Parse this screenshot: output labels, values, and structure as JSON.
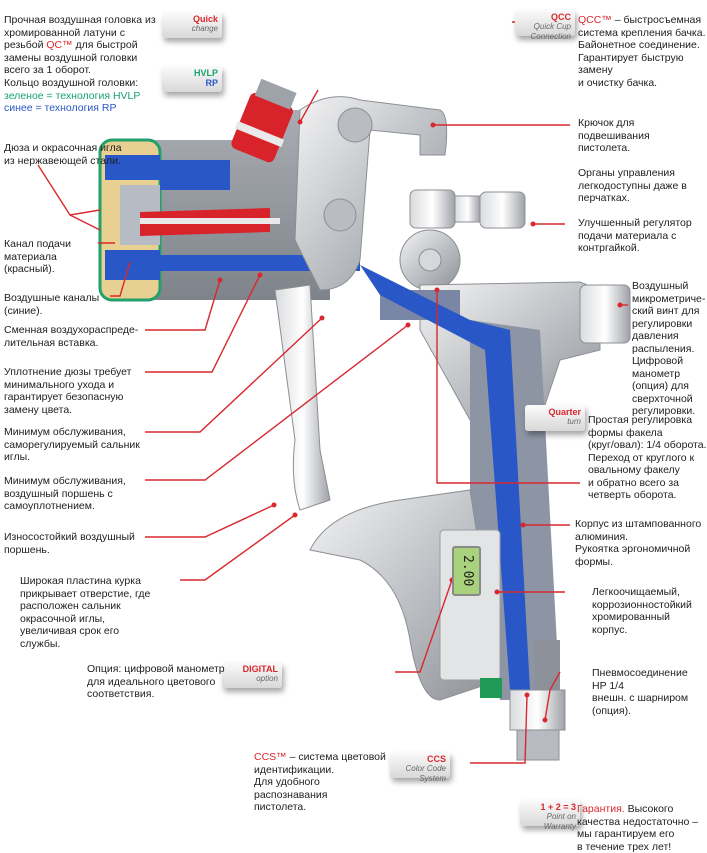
{
  "callouts": {
    "air_cap": {
      "line1": "Прочная воздушная головка из",
      "line2": "хромированной латуни с",
      "line3_pre": "резьбой ",
      "line3_brand": "QC™",
      "line3_post": " для быстрой",
      "line4": "замены воздушной головки",
      "line5": "всего за 1 оборот."
    },
    "air_cap_ring": {
      "title": "Кольцо воздушной головки:",
      "green": "зеленое = технология HVLP",
      "blue": "синее = технология RP"
    },
    "nozzle": {
      "line1": "Дюза и окрасочная игла",
      "line2": "из нержавеющей стали."
    },
    "fluid_channel": {
      "line1": "Канал подачи",
      "line2": "материала",
      "line3": "(красный)."
    },
    "air_channels": {
      "line1": "Воздушные каналы",
      "line2": "(синие)."
    },
    "air_insert": {
      "line1": "Сменная воздухораспреде-",
      "line2": "лительная вставка."
    },
    "nozzle_seal": {
      "line1": "Уплотнение дюзы требует",
      "line2": "минимального ухода и",
      "line3": "гарантирует безопасную",
      "line4": "замену цвета."
    },
    "needle_packing": {
      "line1": "Минимум обслуживания,",
      "line2": "саморегулируемый сальник",
      "line3": "иглы."
    },
    "air_piston": {
      "line1": "Минимум обслуживания,",
      "line2": "воздушный поршень с",
      "line3": "самоуплотнением."
    },
    "wear_piston": {
      "line1": "Износостойкий воздушный",
      "line2": "поршень."
    },
    "trigger": {
      "line1": "Широкая пластина курка",
      "line2": "прикрывает отверстие, где",
      "line3": "расположен сальник",
      "line4": "окрасочной иглы,",
      "line5": "увеличивая срок его",
      "line6": "службы."
    },
    "digital": {
      "line1": "Опция: цифровой манометр",
      "line2": "для идеального цветового",
      "line3": "соответствия."
    },
    "ccs": {
      "brand": "CCS™",
      "line1_post": " – система цветовой",
      "line2": "идентификации.",
      "line3": "Для удобного",
      "line4": "распознавания",
      "line5": "пистолета."
    },
    "qcc": {
      "brand": "QCC™",
      "line1_post": " – быстросъемная",
      "line2": "система крепления бачка.",
      "line3": "Байонетное соединение.",
      "line4": "Гарантирует быструю",
      "line5": "замену",
      "line6": "и очистку бачка."
    },
    "hook": {
      "line1": "Крючок для подвешивания",
      "line2": "пистолета."
    },
    "controls": {
      "line1": "Органы управления",
      "line2": "легкодоступны даже в",
      "line3": "перчатках."
    },
    "fluid_regulator": {
      "line1": "Улучшенный регулятор",
      "line2": "подачи материала с",
      "line3": "контргайкой."
    },
    "micrometer": {
      "line1": "Воздушный",
      "line2": "микрометриче-",
      "line3": "ский винт для",
      "line4": "регулировки",
      "line5": "давления",
      "line6": "распыления.",
      "line7": "Цифровой",
      "line8": "манометр",
      "line9": "(опция) для",
      "line10": "сверхточной",
      "line11": "регулировки."
    },
    "quarter_turn": {
      "line1": "Простая регулировка",
      "line2": "формы факела",
      "line3": "(круг/овал): 1/4 оборота.",
      "line4": "Переход от круглого к",
      "line5": "овальному факелу",
      "line6": "и обратно всего за",
      "line7": "четверть оборота."
    },
    "body": {
      "line1": "Корпус из штампованного",
      "line2": "алюминия.",
      "line3": "Рукоятка эргономичной",
      "line4": "формы."
    },
    "chrome": {
      "line1": "Легкоочищаемый,",
      "line2": "коррозионностойкий",
      "line3": "хромированный корпус."
    },
    "air_connection": {
      "line1": "Пневмосоединение",
      "line2": "HP 1/4",
      "line3": "внешн. с шарниром",
      "line4": "(опция)."
    },
    "warranty": {
      "brand": "Гарантия.",
      "line1_post": " Высокого",
      "line2": "качества недостаточно –",
      "line3": "мы гарантируем его",
      "line4": "в течение трех лет!"
    }
  },
  "badges": {
    "quick_change": {
      "top": "Quick",
      "bottom": "change"
    },
    "hvlp_rp": {
      "top": "HVLP",
      "bottom": "RP"
    },
    "qcc": {
      "top": "QCC",
      "bottom": "Quick Cup Connection"
    },
    "quarter_turn": {
      "top": "Quarter",
      "bottom": "turn"
    },
    "digital": {
      "top": "DIGITAL",
      "bottom": "option"
    },
    "ccs": {
      "top": "CCS",
      "bottom": "Color Code System"
    },
    "warranty": {
      "top": "1 + 2 = 3",
      "bottom": "Point on Warranty"
    }
  },
  "lcd_reading": "2.00",
  "colors": {
    "accent_red": "#d8282e",
    "air_blue": "#2a57c8",
    "hvlp_green": "#17a36a",
    "fluid_red": "#d9232a",
    "ccs_green": "#1f9a57"
  }
}
